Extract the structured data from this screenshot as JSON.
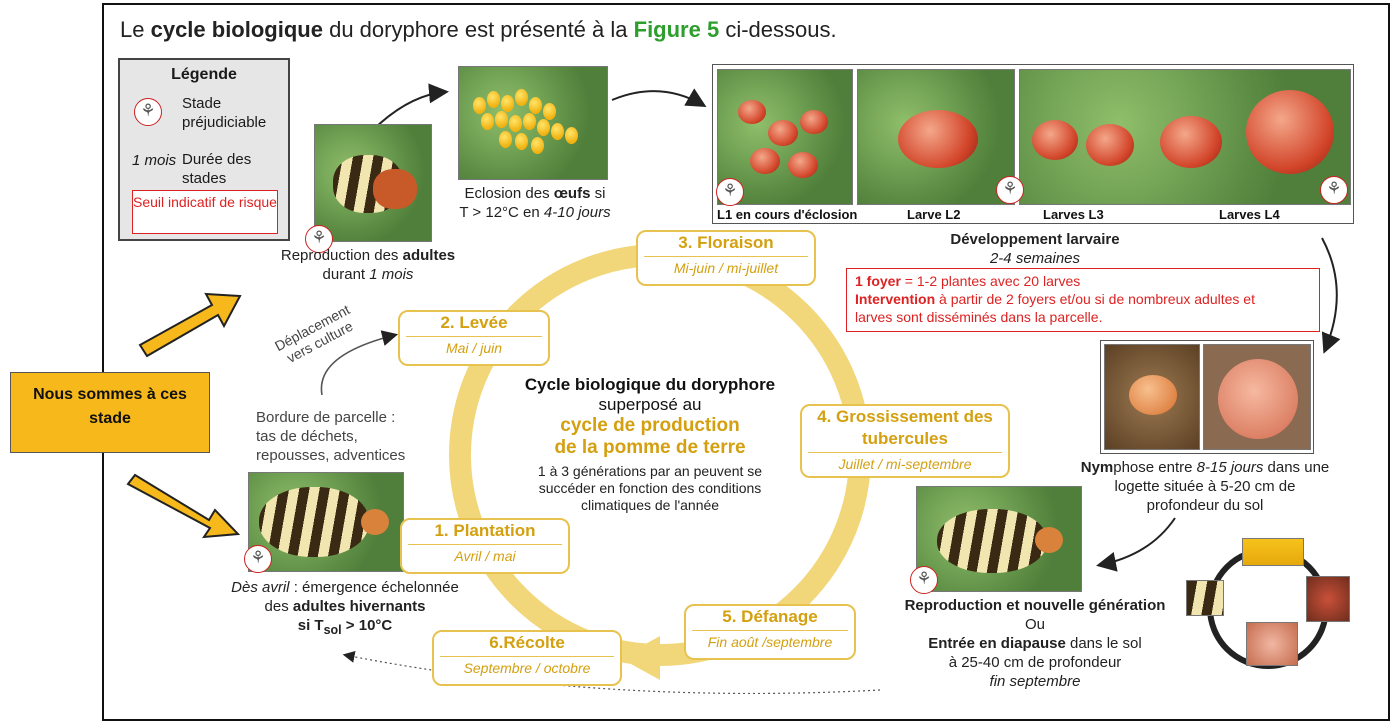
{
  "title": {
    "pre": "Le ",
    "b1": "cycle biologique",
    "mid": " du doryphore est présenté à la ",
    "fig": "Figure 5",
    "post": " ci-dessous."
  },
  "legend": {
    "title": "Légende",
    "stade_label": "Stade préjudiciable",
    "duree_value": "1 mois",
    "duree_label": "Durée des stades",
    "seuil": "Seuil indicatif de risque"
  },
  "eggs": {
    "l1_pre": "Eclosion des ",
    "l1_b": "œufs",
    "l1_post": " si",
    "l2_pre": "T > 12°C en ",
    "l2_i": "4-10 jours"
  },
  "repro_adults": {
    "l1_pre": "Reproduction des ",
    "l1_b": "adultes",
    "l2_pre": "durant ",
    "l2_i": "1 mois"
  },
  "larvae": {
    "labels": [
      "L1 en cours d'éclosion",
      "Larve L2",
      "Larves L3",
      "Larves L4"
    ],
    "dev_title": "Développement larvaire",
    "dev_dur": "2-4 semaines"
  },
  "redbox": {
    "l1_b": "1 foyer",
    "l1": " = 1-2 plantes avec 20 larves",
    "l2_b": "Intervention",
    "l2": " à partir de 2 foyers et/ou si de nombreux adultes et",
    "l3": "larves sont disséminés dans la parcelle."
  },
  "stages": [
    {
      "name": "1. Plantation",
      "date": "Avril / mai"
    },
    {
      "name": "2. Levée",
      "date": "Mai  / juin"
    },
    {
      "name": "3. Floraison",
      "date": "Mi-juin / mi-juillet"
    },
    {
      "name": "4. Grossissement des tubercules",
      "date": "Juillet / mi-septembre"
    },
    {
      "name": "5. Défanage",
      "date": "Fin août /septembre"
    },
    {
      "name": "6.Récolte",
      "date": "Septembre / octobre"
    }
  ],
  "center": {
    "c1": "Cycle biologique du doryphore",
    "c2": "superposé au",
    "c3a": "cycle de production",
    "c3b": "de la pomme de terre",
    "c4_i": "1 à 3 générations par an",
    "c4a": " peuvent se",
    "c4b": "succéder en fonction des conditions",
    "c4c": "climatiques de l'année"
  },
  "deplacement": {
    "l1": "Déplacement",
    "l2": "vers culture"
  },
  "bordure": {
    "l1": "Bordure de parcelle :",
    "l2": "tas de déchets,",
    "l3": "repousses, adventices"
  },
  "emergence": {
    "l1_i": "Dès avril",
    "l1": " : émergence échelonnée",
    "l2_pre": "des ",
    "l2_b": "adultes hivernants",
    "l3_pre": "si T",
    "l3_sub": "sol",
    "l3_post": " > 10°C"
  },
  "nymphose": {
    "l1_b": "Nym",
    "l1_pre": "phose",
    "l1_mid": " entre ",
    "l1_i": "8-15 jours",
    "l1_post": " dans une",
    "l2": "logette située à 5-20 cm de",
    "l3": "profondeur du sol"
  },
  "repro_new": {
    "l1": "Reproduction et nouvelle génération",
    "l2": "Ou",
    "l3_b": "Entrée en diapause",
    "l3": " dans le sol",
    "l4": "à 25-40 cm de profondeur",
    "l5_i": "fin septembre"
  },
  "callout": "Nous sommes à ces stade",
  "colors": {
    "accent": "#d4a010",
    "ring": "#f2d77a",
    "red": "#d22222",
    "callout": "#f7b81b",
    "green": "#2e9e2e"
  }
}
